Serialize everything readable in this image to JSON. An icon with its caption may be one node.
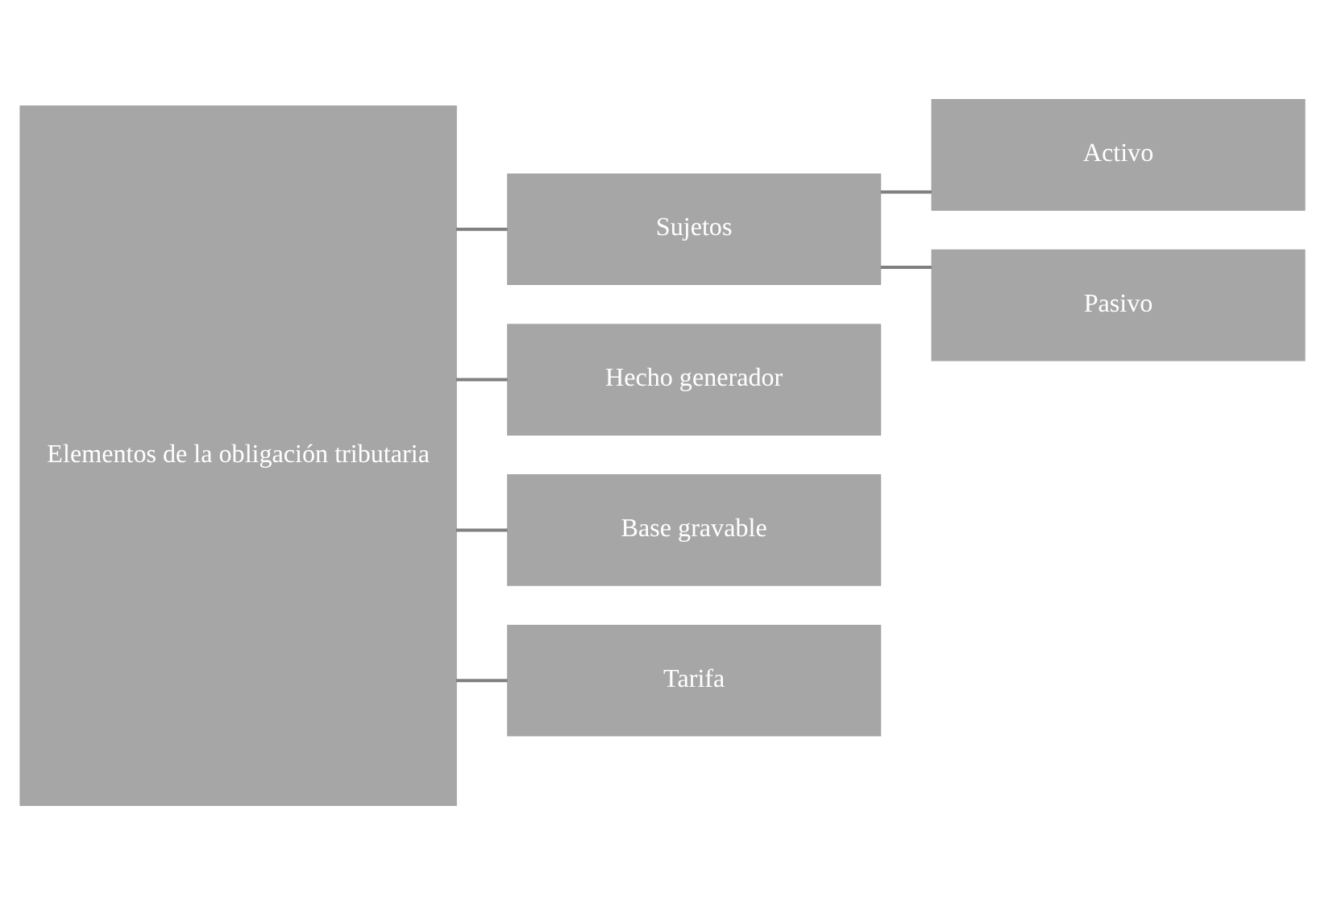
{
  "diagram": {
    "nodes": [
      {
        "text": [
          "Elementos de la obligación tributaria"
        ]
      },
      {
        "text": [
          "Sujetos"
        ]
      },
      {
        "text": [
          "Activo"
        ]
      },
      {
        "text": [
          "Pasivo"
        ]
      },
      {
        "text": [
          "Hecho generador"
        ]
      },
      {
        "text": [
          "Base gravable"
        ]
      },
      {
        "text": [
          "Tarifa"
        ]
      }
    ],
    "edges": [
      {
        "from": 0,
        "to": 1,
        "arrow": "none"
      },
      {
        "from": 0,
        "to": 4,
        "arrow": "none"
      },
      {
        "from": 0,
        "to": 5,
        "arrow": "none"
      },
      {
        "from": 0,
        "to": 6,
        "arrow": "none"
      },
      {
        "from": 1,
        "to": 2,
        "arrow": "none"
      },
      {
        "from": 1,
        "to": 3,
        "arrow": "none"
      }
    ]
  }
}
